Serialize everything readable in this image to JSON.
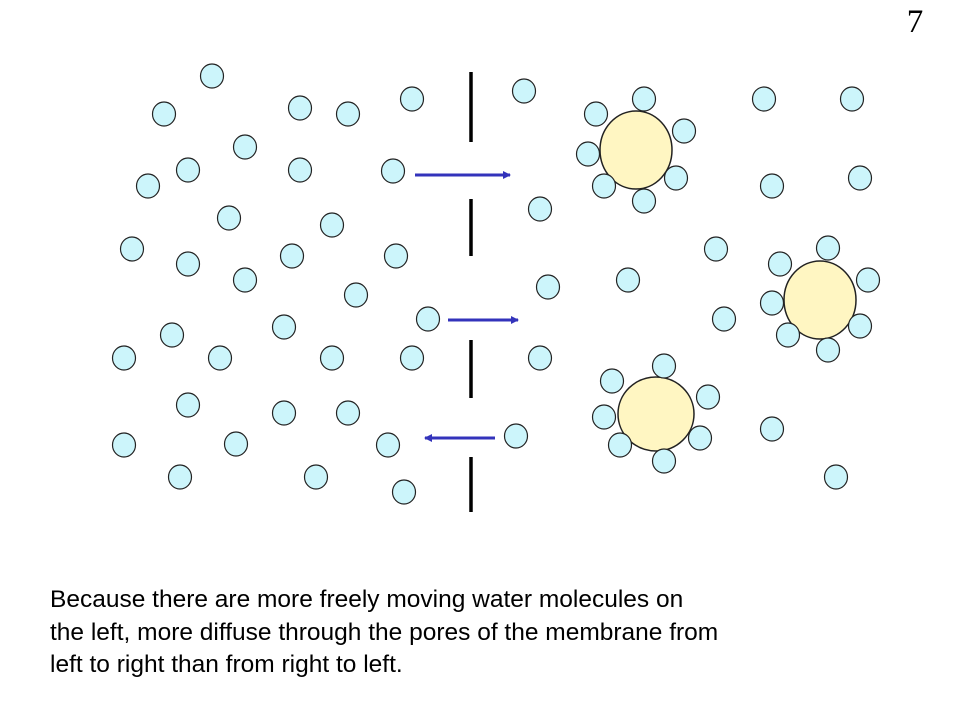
{
  "slide": {
    "number": "7"
  },
  "caption": {
    "lines": [
      "Because there are more freely moving water molecules on",
      "the left, more diffuse through the pores of the membrane from",
      "left to right than from right to left."
    ]
  },
  "colors": {
    "water_molecule_fill": "#ccf5fb",
    "solute_fill": "#fff6c2",
    "arrow": "#3333bb",
    "membrane": "#000000",
    "outline": "#222222"
  },
  "diagram": {
    "membrane_pores": 3,
    "diffusion_arrows": [
      "left-to-right",
      "left-to-right",
      "right-to-left"
    ],
    "solute_particles": 3
  }
}
